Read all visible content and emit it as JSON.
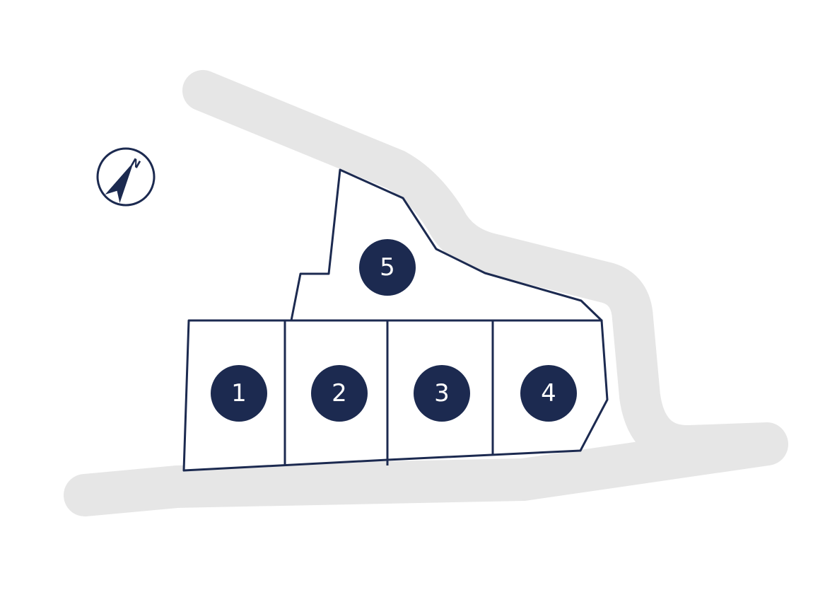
{
  "map": {
    "compass": {
      "north_label": "N",
      "icon": "north-arrow-icon",
      "bearing_deg": 30
    },
    "lots": [
      {
        "id": "lot-1",
        "label": "1"
      },
      {
        "id": "lot-2",
        "label": "2"
      },
      {
        "id": "lot-3",
        "label": "3"
      },
      {
        "id": "lot-4",
        "label": "4"
      },
      {
        "id": "lot-5",
        "label": "5"
      }
    ],
    "colors": {
      "road": "#e6e6e6",
      "lot_outline": "#1c2a50",
      "marker": "#1c2a50",
      "marker_text": "#ffffff",
      "background": "#ffffff"
    }
  }
}
